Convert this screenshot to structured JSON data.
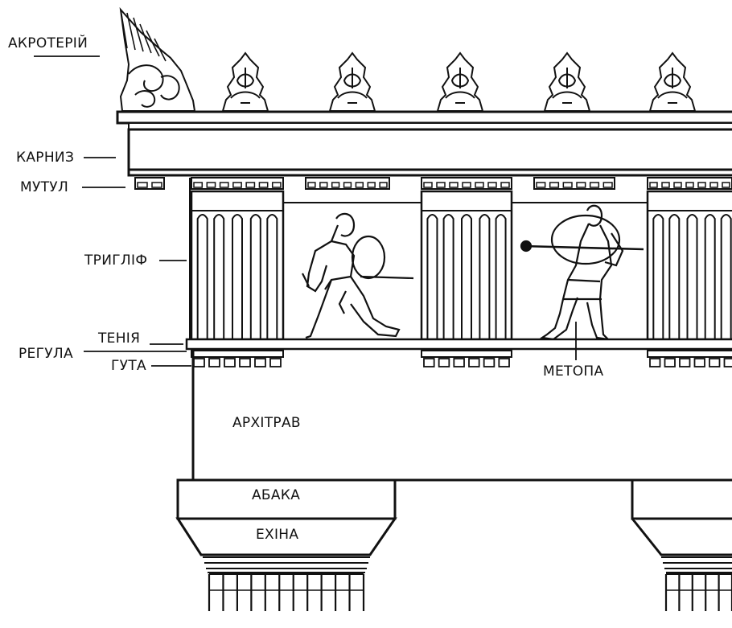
{
  "labels": {
    "akroteriy": "АКРОТЕРІЙ",
    "karnyz": "КАРНИЗ",
    "mutul": "МУТУЛ",
    "tryglif": "ТРИГЛІФ",
    "teniya": "ТЕНІЯ",
    "regula": "РЕГУЛА",
    "guta": "ГУТА",
    "metopa": "МЕТОПА",
    "arkhitrav": "АРХІТРАВ",
    "abaka": "АБАКА",
    "ekhina": "ЕХІНА"
  },
  "colors": {
    "line": "#111111",
    "background": "#ffffff"
  }
}
